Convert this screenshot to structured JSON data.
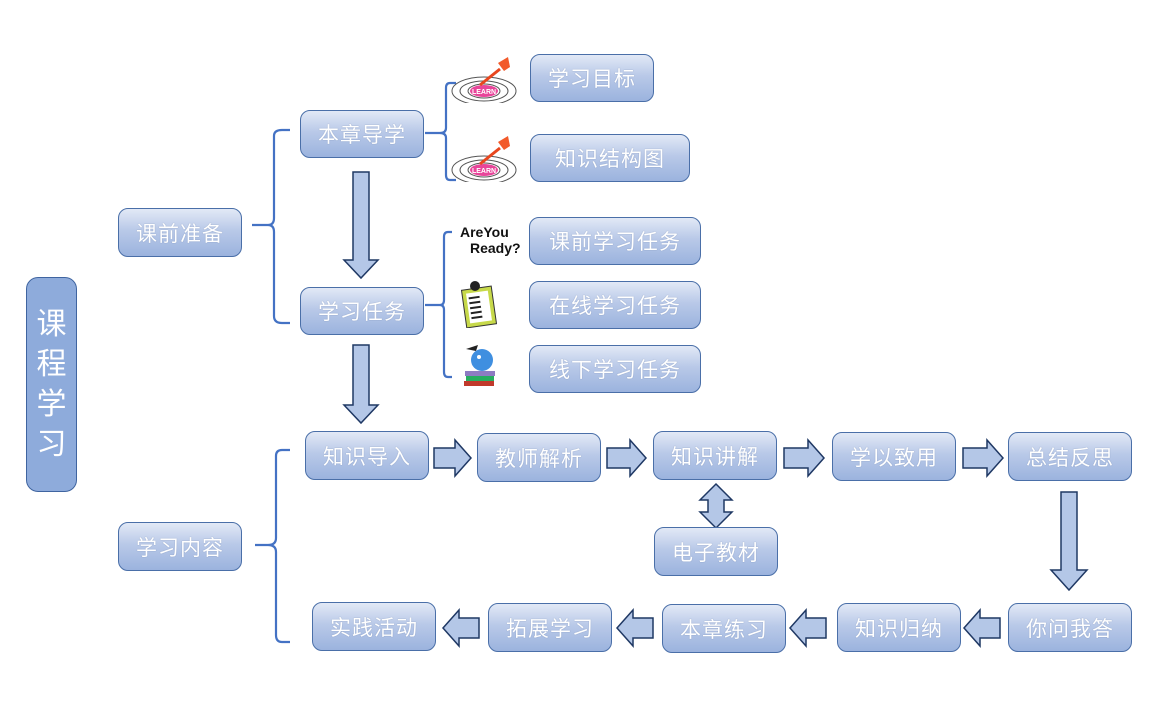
{
  "root": {
    "label": [
      "课",
      "程",
      "学",
      "习"
    ]
  },
  "level1": {
    "prep": "课前准备",
    "content": "学习内容"
  },
  "prep": {
    "guide": "本章导学",
    "tasks": "学习任务",
    "guide_children": [
      "学习目标",
      "知识结构图"
    ],
    "task_children": [
      "课前学习任务",
      "在线学习任务",
      "线下学习任务"
    ],
    "icons": [
      "dart-target-learn-icon",
      "dart-target-learn-icon",
      "are-you-ready-icon",
      "clipboard-checklist-icon",
      "elephant-books-icon"
    ],
    "icon_text": {
      "learn": "LEARN",
      "ready1": "AreYou",
      "ready2": "Ready?"
    }
  },
  "flow": {
    "top_row": [
      "知识导入",
      "教师解析",
      "知识讲解",
      "学以致用",
      "总结反思"
    ],
    "side": "电子教材",
    "bottom_row": [
      "你问我答",
      "知识归纳",
      "本章练习",
      "拓展学习",
      "实践活动"
    ]
  },
  "colors": {
    "node_border": "#4a6fa8",
    "arrow_fill": "#b4c7e7",
    "arrow_stroke": "#1f3864",
    "bracket": "#4472c4",
    "root_fill": "#8eabdb"
  }
}
